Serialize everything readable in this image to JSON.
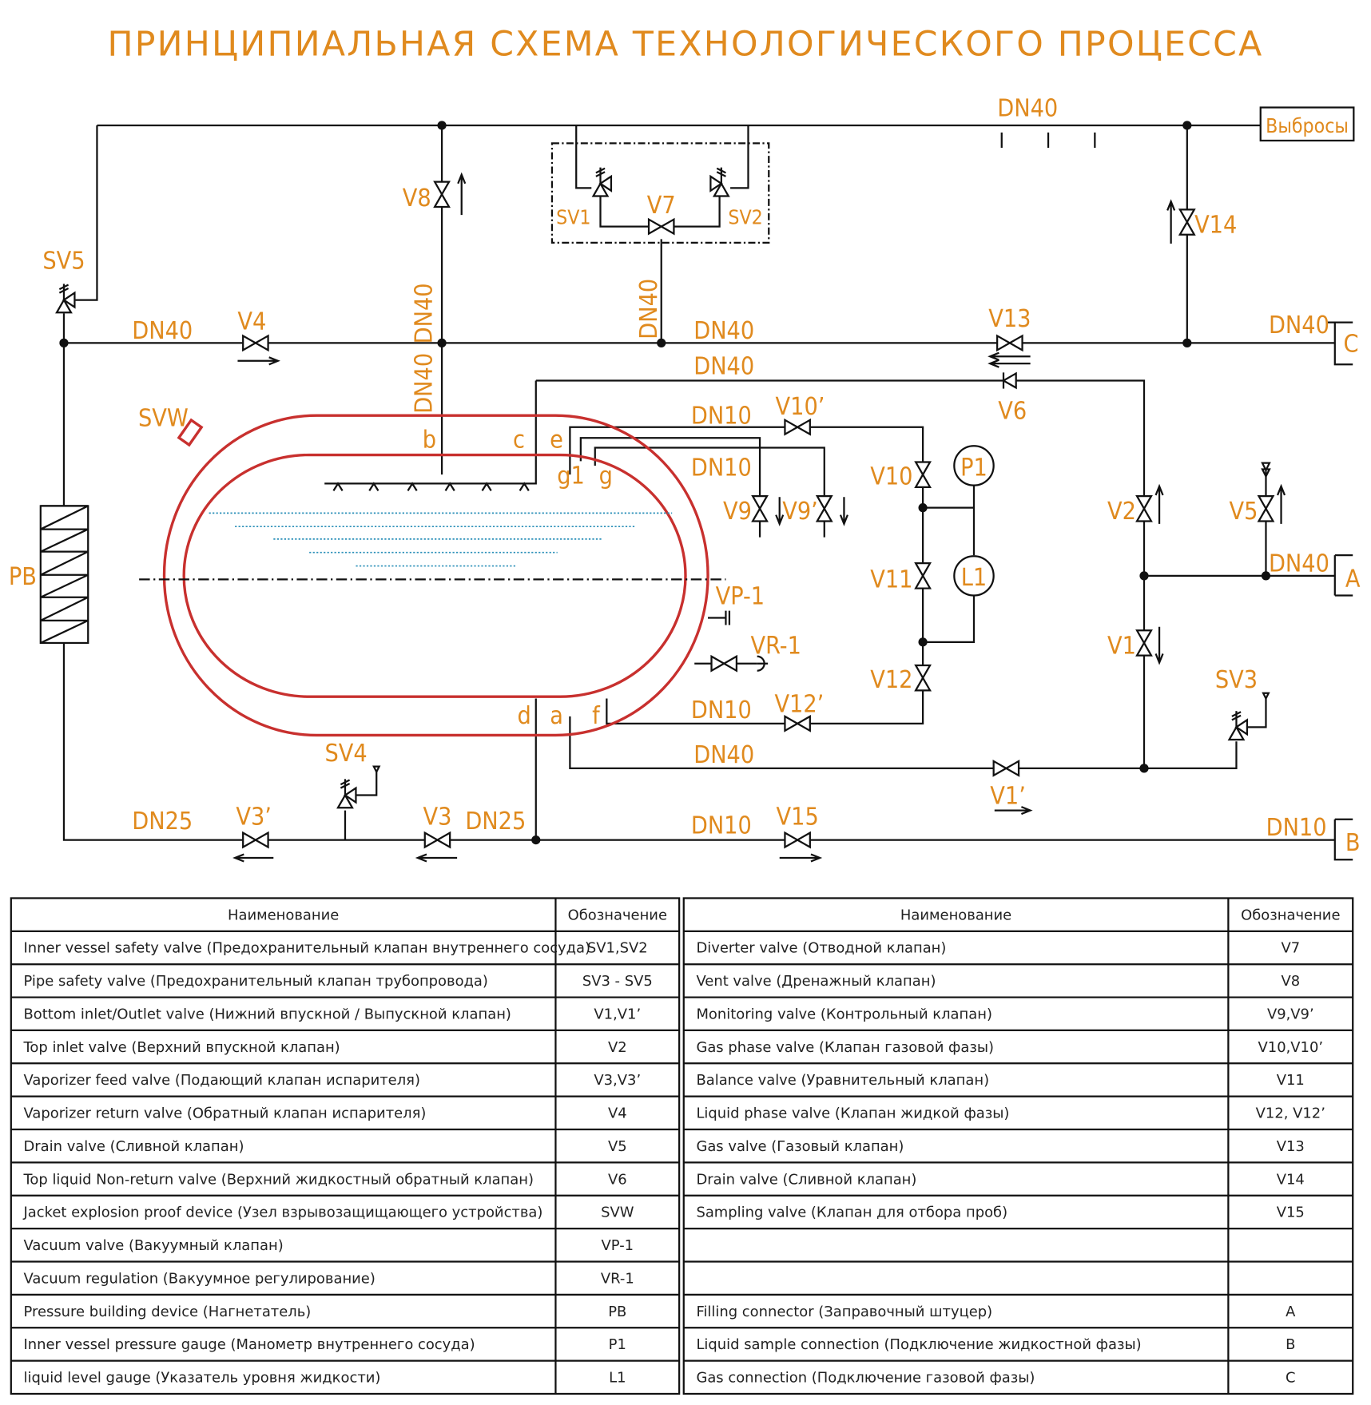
{
  "title": "ПРИНЦИПИАЛЬНАЯ СХЕМА ТЕХНОЛОГИЧЕСКОГО ПРОЦЕССА",
  "colors": {
    "label": "#E08A1E",
    "vessel": "#C8302E",
    "liquid": "#2A8FB8",
    "lines": "#111111"
  },
  "diagram": {
    "labels": {
      "dn40_top": "DN40",
      "vent_box": "Выбросы",
      "v8": "V8",
      "sv1": "SV1",
      "v7": "V7",
      "sv2": "SV2",
      "v14": "V14",
      "sv5": "SV5",
      "dn40_left": "DN40",
      "v4": "V4",
      "dn40_vert1": "DN40",
      "dn40_vert2": "DN40",
      "dn40_vert3": "DN40",
      "dn40_mid": "DN40",
      "v13": "V13",
      "dn40_right": "DN40",
      "c": "C",
      "dn40_v6": "DN40",
      "v6": "V6",
      "svw": "SVW",
      "b": "b",
      "c_port": "c",
      "e": "e",
      "dn10_e": "DN10",
      "v10p": "V10’",
      "g1": "g1",
      "g": "g",
      "dn10_g": "DN10",
      "v10": "V10",
      "p1": "P1",
      "v9": "V9",
      "v9p": "V9’",
      "v2": "V2",
      "v5": "V5",
      "dn40_a": "DN40",
      "a": "A",
      "pb": "PB",
      "vp1": "VP-1",
      "v11": "V11",
      "l1": "L1",
      "vr1": "VR-1",
      "v1": "V1",
      "v12": "V12",
      "sv3": "SV3",
      "d": "d",
      "a_port": "a",
      "f": "f",
      "dn10_f": "DN10",
      "v12p": "V12’",
      "sv4": "SV4",
      "dn40_bottom": "DN40",
      "v1p": "V1’",
      "dn25_left": "DN25",
      "v3p": "V3’",
      "v3": "V3",
      "dn25_right": "DN25",
      "dn10_b": "DN10",
      "v15": "V15",
      "dn10_right": "DN10",
      "b_conn": "B"
    }
  },
  "tables": {
    "left": {
      "headers": [
        "Наименование",
        "Обозначение"
      ],
      "rows": [
        [
          "Inner vessel safety valve (Предохранительный клапан внутреннего сосуда)",
          "SV1,SV2"
        ],
        [
          "Pipe safety valve (Предохранительный клапан трубопровода)",
          "SV3 - SV5"
        ],
        [
          "Bottom inlet/Outlet valve (Нижний впускной / Выпускной клапан)",
          "V1,V1’"
        ],
        [
          "Top inlet valve (Верхний впускной клапан)",
          "V2"
        ],
        [
          "Vaporizer feed valve (Подающий клапан испарителя)",
          "V3,V3’"
        ],
        [
          "Vaporizer return valve (Обратный клапан испарителя)",
          "V4"
        ],
        [
          "Drain valve (Сливной клапан)",
          "V5"
        ],
        [
          "Top liquid Non-return valve (Верхний жидкостный обратный клапан)",
          "V6"
        ],
        [
          "Jacket explosion proof device (Узел взрывозащищающего устройства)",
          "SVW"
        ],
        [
          "Vacuum valve (Вакуумный клапан)",
          "VP-1"
        ],
        [
          "Vacuum regulation (Вакуумное регулирование)",
          "VR-1"
        ],
        [
          "Pressure building device (Нагнетатель)",
          "PB"
        ],
        [
          "Inner vessel pressure gauge (Манометр внутреннего сосуда)",
          "P1"
        ],
        [
          "liquid level gauge (Указатель уровня жидкости)",
          "L1"
        ]
      ]
    },
    "right": {
      "headers": [
        "Наименование",
        "Обозначение"
      ],
      "rows": [
        [
          "Diverter valve (Отводной клапан)",
          "V7"
        ],
        [
          "Vent valve (Дренажный клапан)",
          "V8"
        ],
        [
          "Monitoring valve (Контрольный клапан)",
          "V9,V9’"
        ],
        [
          "Gas phase valve (Клапан газовой фазы)",
          "V10,V10’"
        ],
        [
          "Balance valve (Уравнительный клапан)",
          "V11"
        ],
        [
          "Liquid phase valve (Клапан жидкой фазы)",
          "V12, V12’"
        ],
        [
          "Gas valve (Газовый клапан)",
          "V13"
        ],
        [
          "Drain valve (Сливной клапан)",
          "V14"
        ],
        [
          "Sampling valve (Клапан для отбора проб)",
          "V15"
        ],
        [
          "",
          ""
        ],
        [
          "",
          ""
        ],
        [
          "Filling connector (Заправочный штуцер)",
          "A"
        ],
        [
          "Liquid sample connection (Подключение жидкостной фазы)",
          "B"
        ],
        [
          "Gas connection (Подключение газовой фазы)",
          "C"
        ]
      ]
    }
  }
}
